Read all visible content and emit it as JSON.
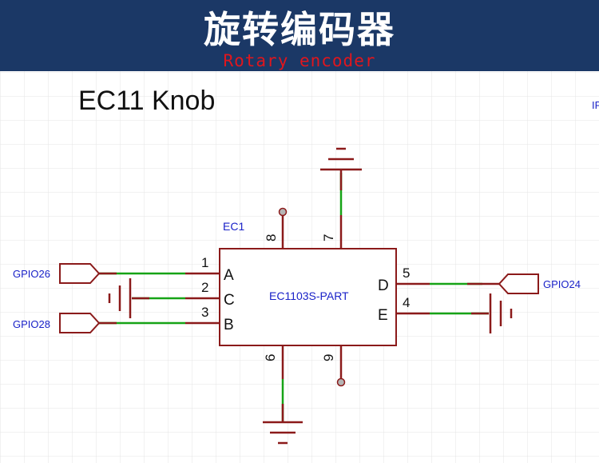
{
  "banner": {
    "title": "旋转编码器",
    "subtitle": "Rotary encoder"
  },
  "schematic": {
    "heading": "EC11 Knob",
    "corner_fragment": "IF",
    "designator": "EC1",
    "part_name": "EC1103S-PART",
    "pins": {
      "p1": "1",
      "p2": "2",
      "p3": "3",
      "p4": "4",
      "p5": "5",
      "p6": "6",
      "p7": "7",
      "p8": "8",
      "p9": "9",
      "A": "A",
      "B": "B",
      "C": "C",
      "D": "D",
      "E": "E"
    },
    "net_ports": {
      "gpio26": "GPIO26",
      "gpio28": "GPIO28",
      "gpio24": "GPIO24"
    },
    "colors": {
      "component": "#8b1a1a",
      "wire": "#16a316",
      "net_label": "#1a22c8",
      "grid": "#e4e4e4",
      "banner": "#1b3866",
      "subtitle": "#e0161d"
    }
  }
}
